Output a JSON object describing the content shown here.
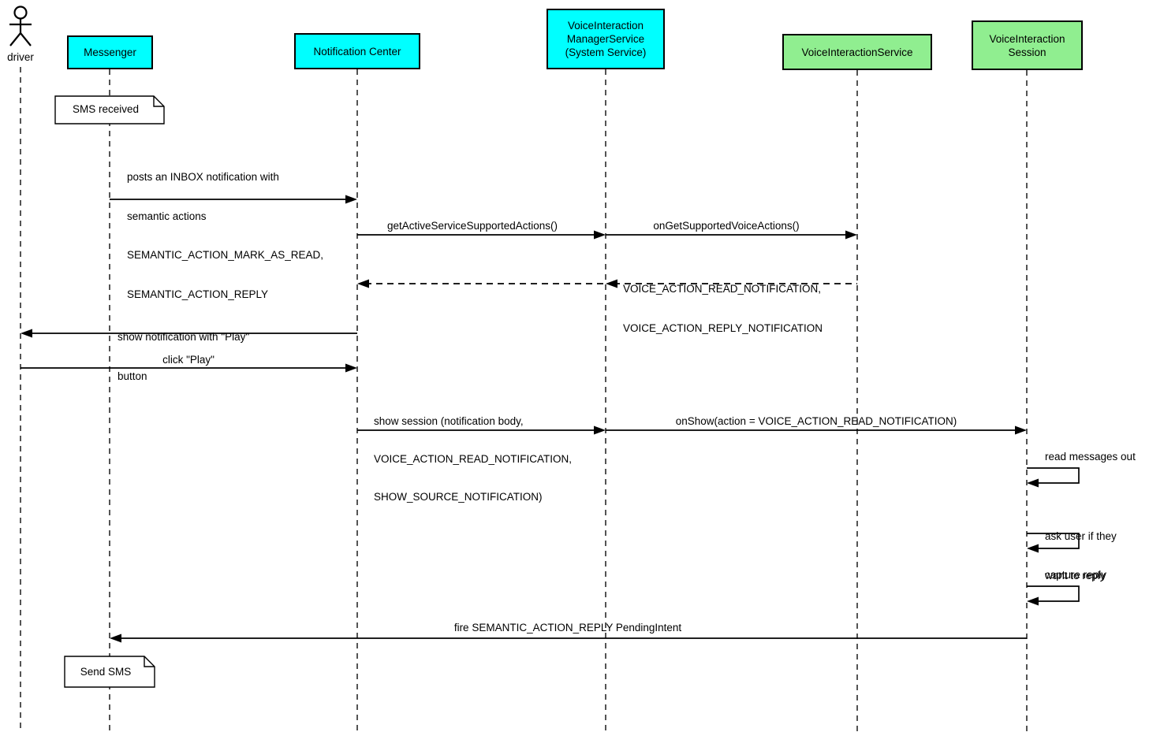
{
  "diagram": {
    "background": "#ffffff",
    "line_color": "#000000",
    "participant_cyan": "#00ffff",
    "participant_green": "#90ee90",
    "actor": {
      "label": "driver"
    },
    "participants": [
      {
        "id": "messenger",
        "label_lines": [
          "Messenger"
        ],
        "color": "#00ffff"
      },
      {
        "id": "notification-center",
        "label_lines": [
          "Notification Center"
        ],
        "color": "#00ffff"
      },
      {
        "id": "voice-interaction-manager-service",
        "label_lines": [
          "VoiceInteraction",
          "ManagerService",
          "(System Service)"
        ],
        "color": "#00ffff"
      },
      {
        "id": "voice-interaction-service",
        "label_lines": [
          "VoiceInteractionService"
        ],
        "color": "#90ee90"
      },
      {
        "id": "voice-interaction-session",
        "label_lines": [
          "VoiceInteraction",
          "Session"
        ],
        "color": "#90ee90"
      }
    ],
    "notes": [
      {
        "id": "sms-received",
        "text": "SMS received"
      },
      {
        "id": "send-sms",
        "text": "Send SMS"
      }
    ],
    "messages": {
      "post_inbox": {
        "lines": [
          "posts an INBOX notification with",
          "semantic actions",
          "SEMANTIC_ACTION_MARK_AS_READ,",
          "SEMANTIC_ACTION_REPLY"
        ]
      },
      "get_active_service_supported_actions": {
        "text": "getActiveServiceSupportedActions()"
      },
      "on_get_supported_voice_actions": {
        "text": "onGetSupportedVoiceActions()"
      },
      "supported_actions_return": {
        "lines": [
          "VOICE_ACTION_READ_NOTIFICATION,",
          "VOICE_ACTION_REPLY_NOTIFICATION"
        ]
      },
      "show_notification": {
        "lines": [
          "show notification with \"Play\"",
          "button"
        ]
      },
      "click_play": {
        "text": "click \"Play\""
      },
      "show_session": {
        "lines": [
          "show session (notification body,",
          "VOICE_ACTION_READ_NOTIFICATION,",
          "SHOW_SOURCE_NOTIFICATION)"
        ]
      },
      "on_show": {
        "text": "onShow(action = VOICE_ACTION_READ_NOTIFICATION)"
      },
      "read_messages_out": {
        "text": "read messages out"
      },
      "ask_user": {
        "lines": [
          "ask user if they",
          "want to reply"
        ]
      },
      "capture_reply": {
        "text": "capture reply"
      },
      "fire_pending_intent": {
        "text": "fire SEMANTIC_ACTION_REPLY PendingIntent"
      }
    }
  }
}
